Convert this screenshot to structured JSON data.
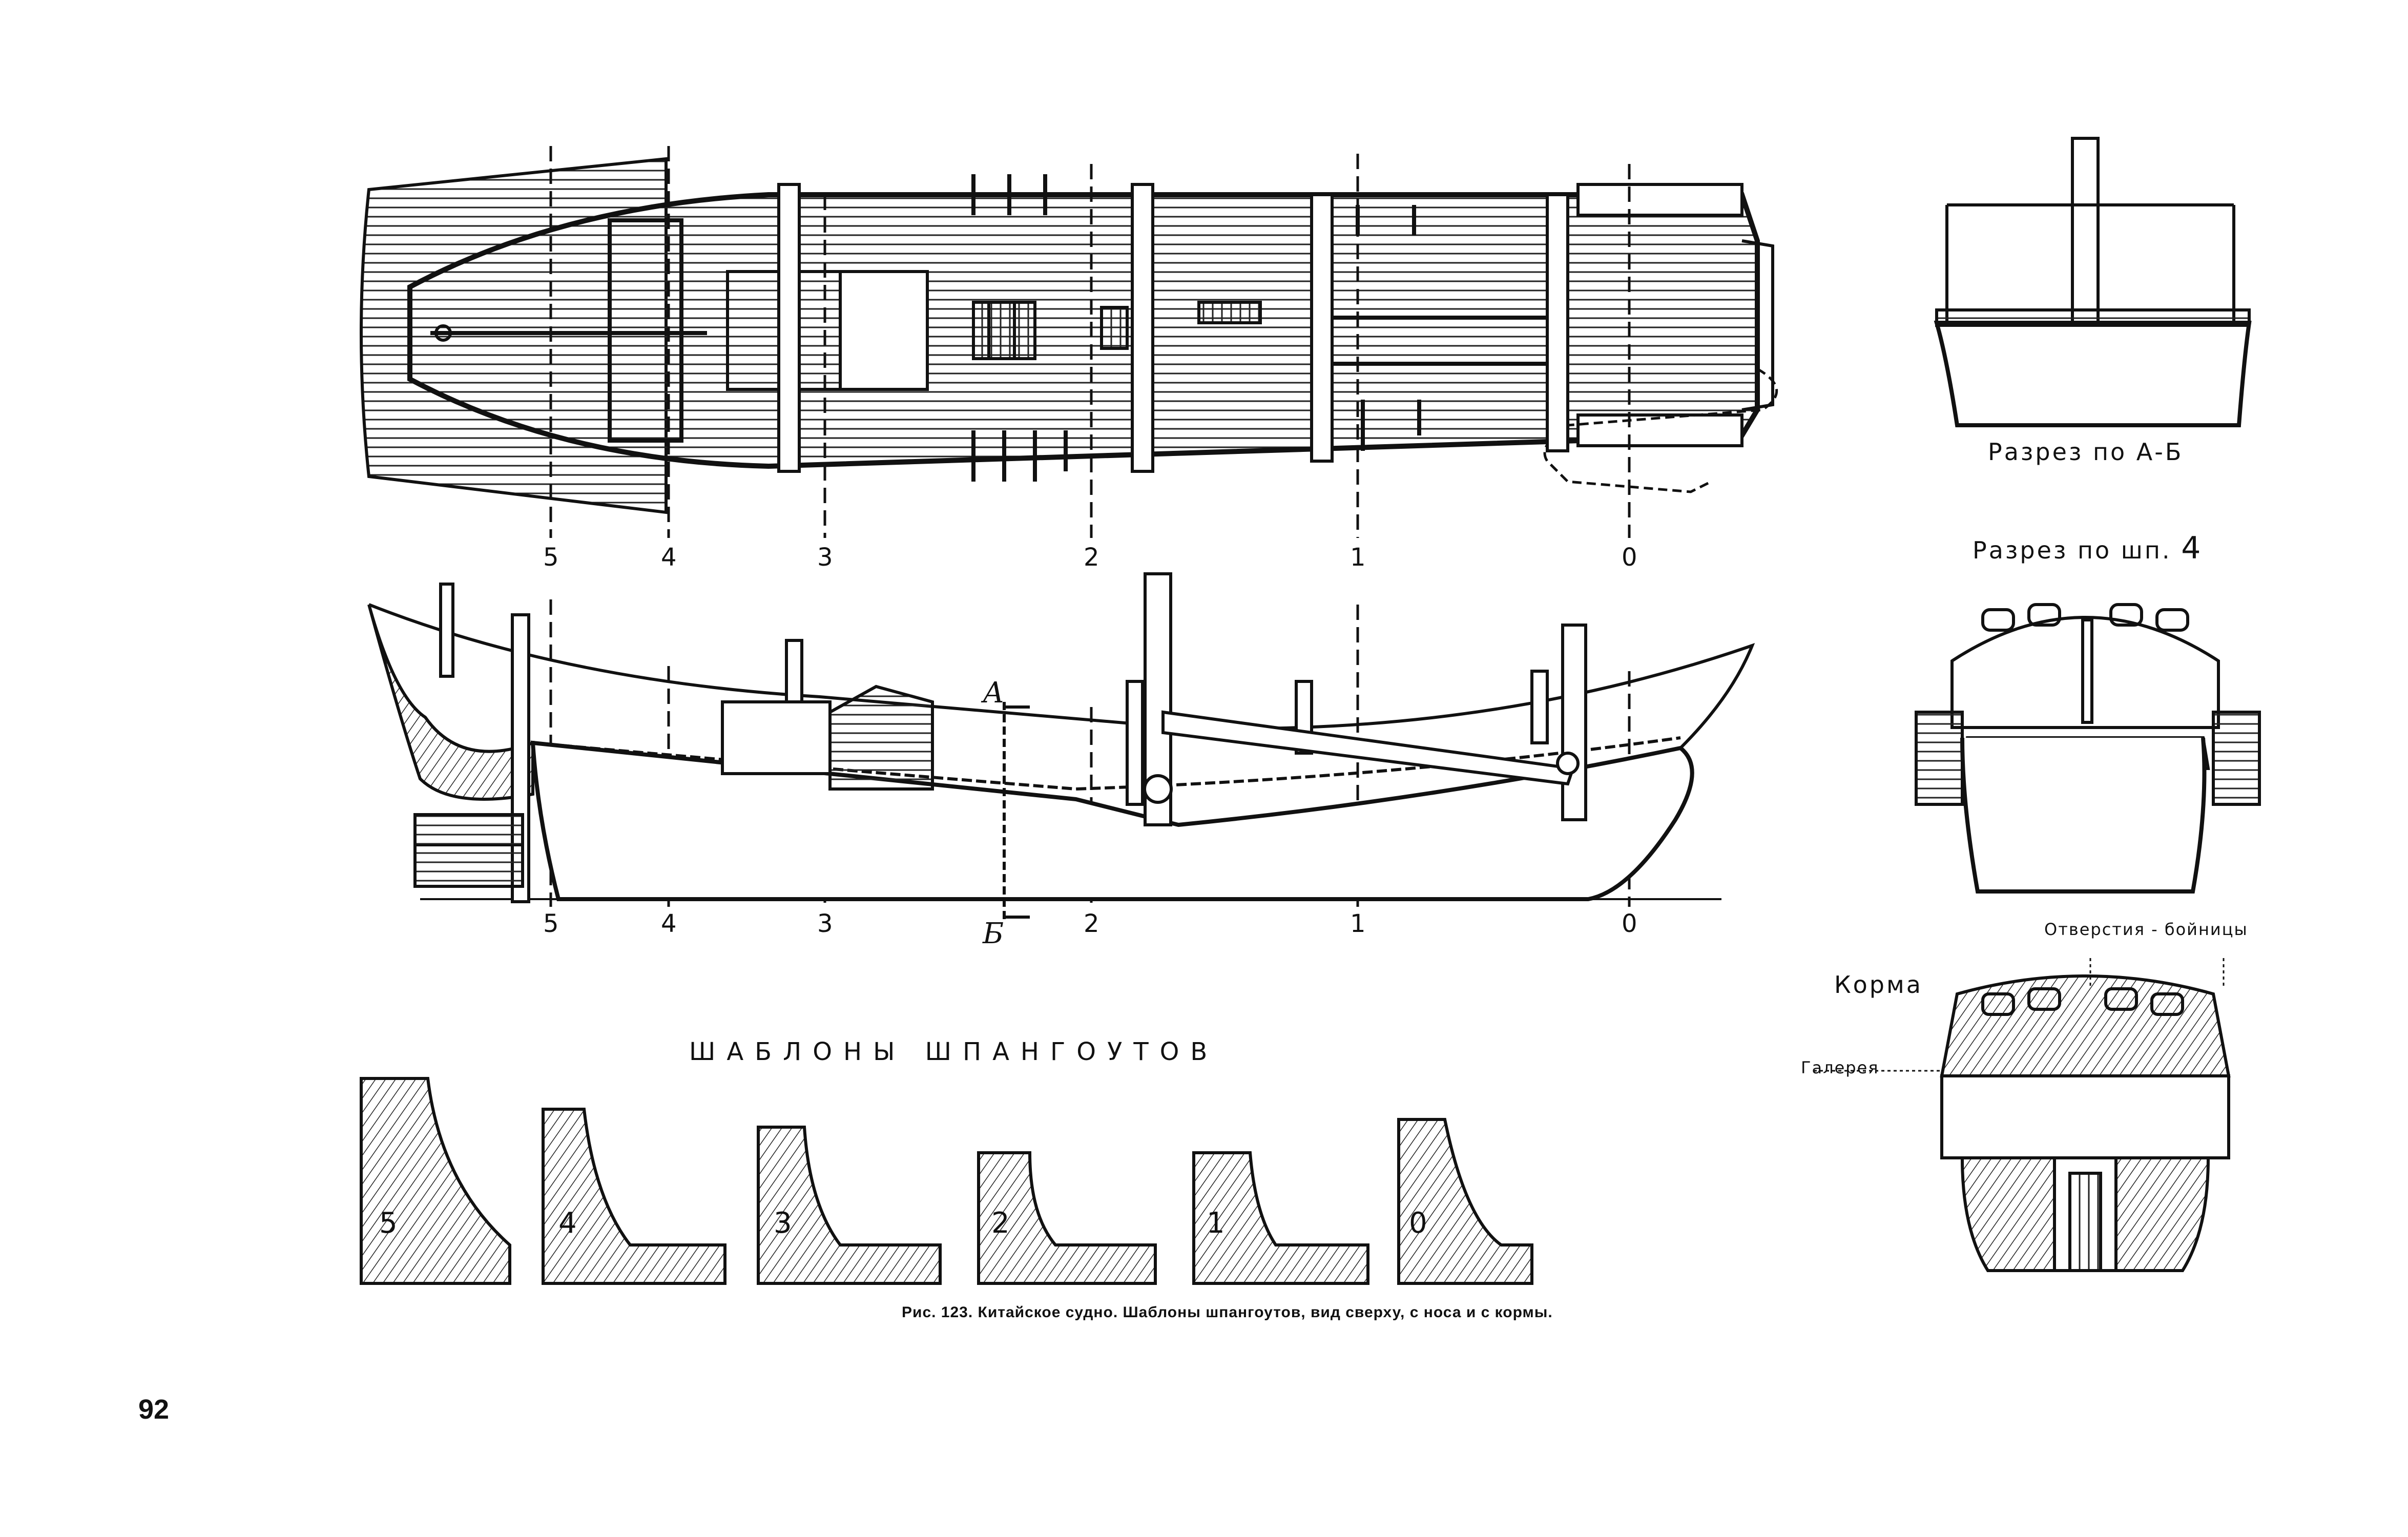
{
  "plan_view": {
    "frame_numbers": [
      "5",
      "4",
      "3",
      "2",
      "1",
      "0"
    ]
  },
  "side_view": {
    "frame_numbers": [
      "5",
      "4",
      "3",
      "2",
      "1",
      "0"
    ],
    "section_mark_a": "А",
    "section_mark_b": "Б"
  },
  "sections": {
    "section_ab_label": "Разрез по А-Б",
    "section_frame4_prefix": "Разрез по шп.",
    "section_frame4_number": "4",
    "stern_label": "Корма",
    "loopholes_label": "Отверстия - бойницы",
    "gallery_label": "Галерея"
  },
  "templates": {
    "title": "ШАБЛОНЫ ШПАНГОУТОВ",
    "items": [
      "5",
      "4",
      "3",
      "2",
      "1",
      "0"
    ]
  },
  "caption": "Рис. 123. Китайское судно. Шаблоны шпангоутов, вид сверху, с носа и с кормы.",
  "page_number": "92"
}
